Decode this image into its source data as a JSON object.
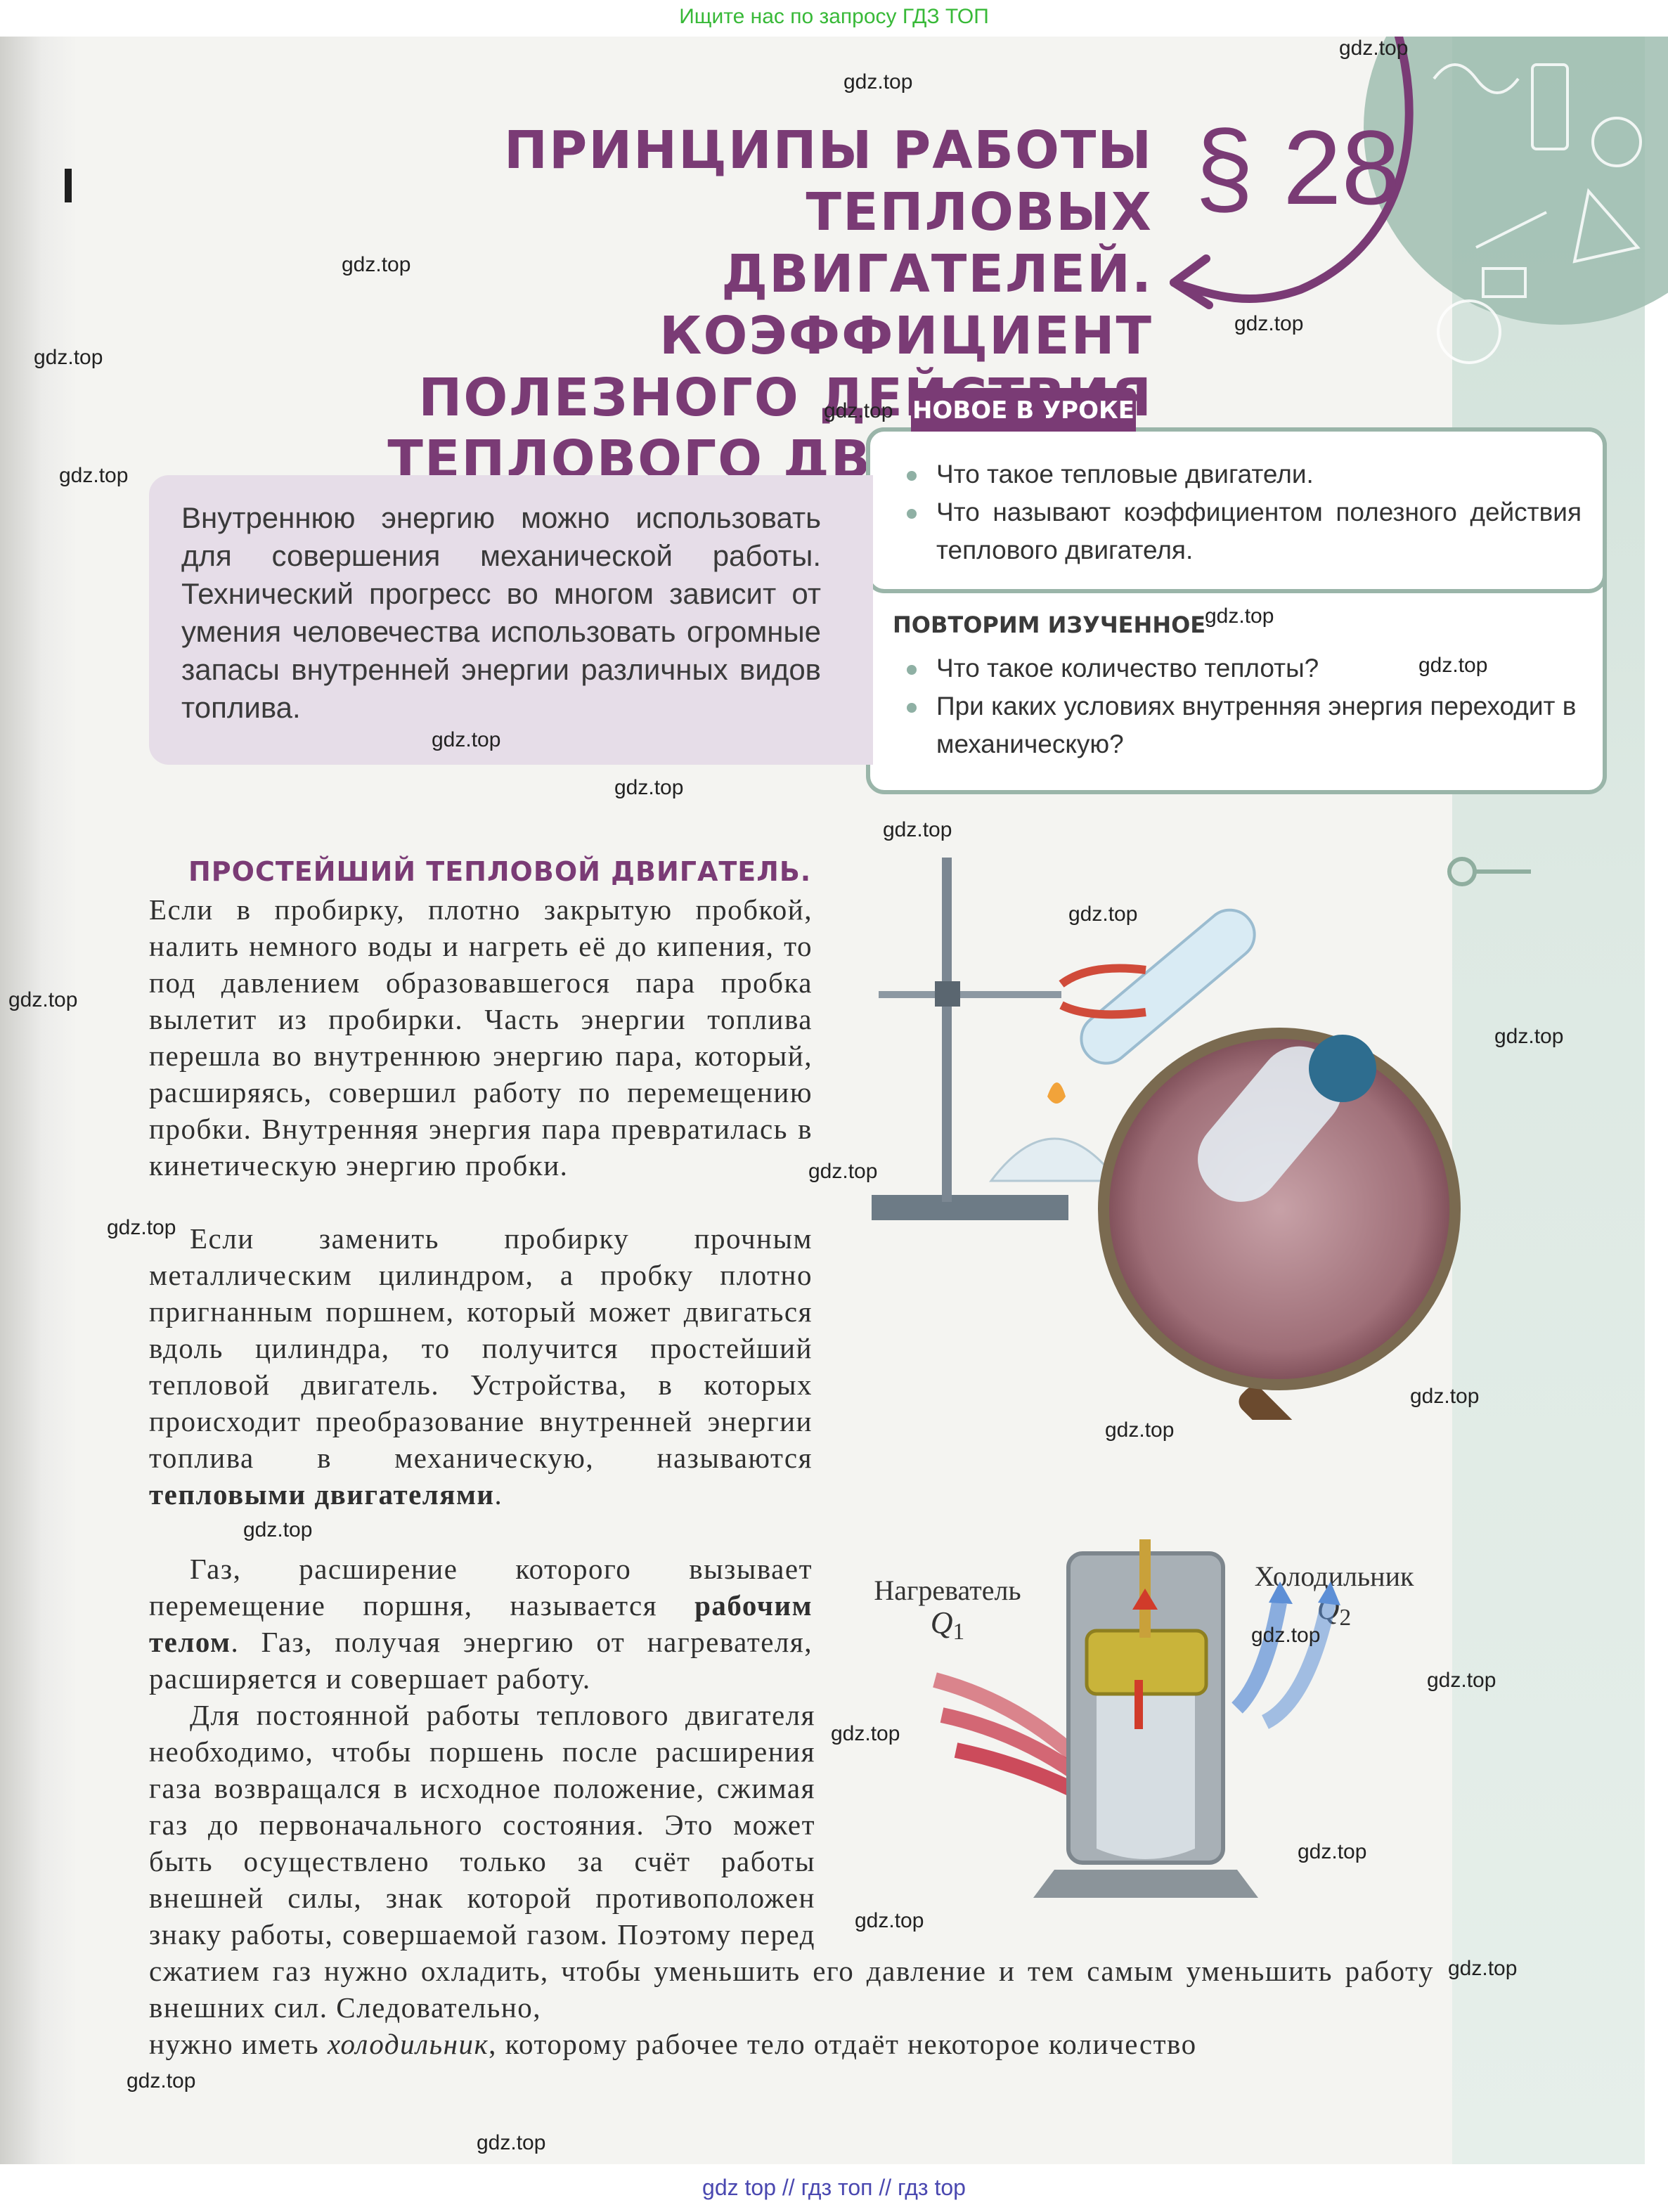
{
  "banner_top": "Ищите нас по запросу ГДЗ ТОП",
  "banner_bottom": "gdz top  //  гдз топ  //  гдз top",
  "title_lines": [
    "Принципы работы тепловых",
    "двигателей. Коэффициент",
    "полезного действия",
    "теплового двигателя"
  ],
  "paragraph_number": "§ 28",
  "new_in_lesson": {
    "heading": "НОВОЕ В УРОКЕ",
    "items": [
      "Что такое тепловые двигатели.",
      "Что называют коэффициентом полезного действия теплового двигателя."
    ]
  },
  "repeat": {
    "heading": "ПОВТОРИМ ИЗУЧЕННОЕ",
    "items": [
      "Что такое количество теплоты?",
      "При каких условиях внутренняя энергия переходит в механическую?"
    ]
  },
  "intro": "Внутреннюю энергию можно использовать для совершения механической работы. Технический прогресс во многом зависит от умения человечества использовать огромные запасы внутренней энергии различных видов топлива.",
  "section_heading": "Простейший тепловой двигатель.",
  "paragraphs": {
    "p1": "Если в пробирку, плотно закрытую пробкой, налить немного воды и нагреть её до кипения, то под давлением образовавшегося пара пробка вылетит из пробирки. Часть энергии топлива перешла во внутреннюю энергию пара, который, расширяясь, совершил работу по перемещению пробки. Внутренняя энергия пара превратилась в кинетическую энергию пробки.",
    "p2_start": "Если заменить пробирку прочным металлическим цилиндром, а пробку плотно пригнанным поршнем, который может двигаться вдоль цилиндра, то получится простейший тепловой двигатель. Устройства, в которых происходит преобразование внутренней энергии топлива в механическую, называются ",
    "p2_bold": "тепловыми двигателями",
    "p2_end": ".",
    "p3_start": "Газ, расширение которого вызывает перемещение поршня, называется ",
    "p3_bold": "рабочим телом",
    "p3_end": ". Газ, получая энергию от нагревателя, расширяется и совершает работу.",
    "p4": "Для постоянной работы теплового двигателя необходимо, чтобы поршень после расширения газа возвращался в исходное положение, сжимая газ до первоначального состояния. Это может быть осуществлено только за счёт работы внешней силы, знак которой противоположен знаку работы, совершаемой газом. Поэтому перед сжатием газ нужно охладить, чтобы уменьшить его давление и тем самым уменьшить работу внешних сил. Следовательно,",
    "p5_start": "нужно иметь ",
    "p5_italic": "холодильник",
    "p5_end": ", которому рабочее тело отдаёт некоторое количество"
  },
  "figure2": {
    "heater_label": "Нагреватель",
    "heater_q": "Q",
    "heater_sub": "1",
    "cooler_label": "Холодильник",
    "cooler_q": "Q",
    "cooler_sub": "2"
  },
  "watermark": "gdz.top",
  "colors": {
    "accent": "#7a3b75",
    "green_frame": "#9ab5a9",
    "intro_bg": "#e6dde8",
    "heat": "#c8384a",
    "cold": "#5d8fd6"
  }
}
